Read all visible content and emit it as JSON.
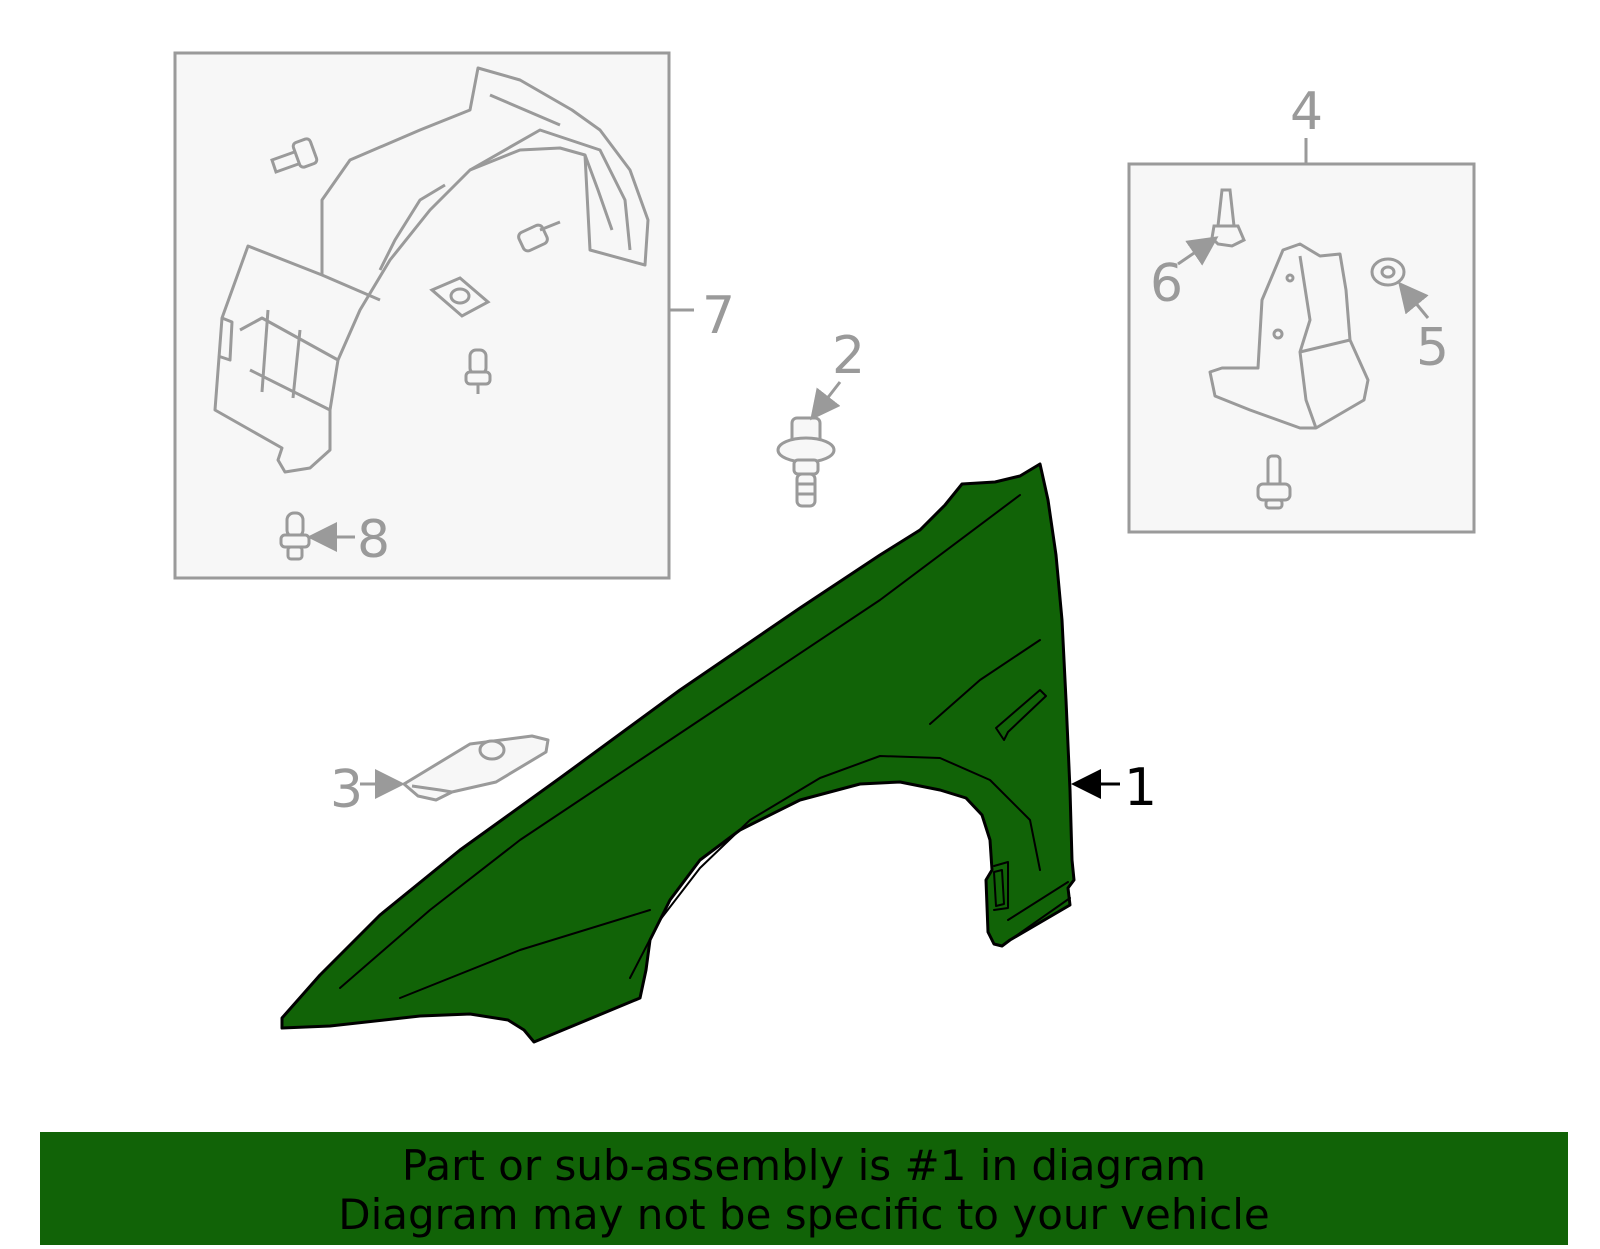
{
  "diagram": {
    "callouts": [
      {
        "number": "1",
        "highlighted": true
      },
      {
        "number": "2",
        "highlighted": false
      },
      {
        "number": "3",
        "highlighted": false
      },
      {
        "number": "4",
        "highlighted": false
      },
      {
        "number": "5",
        "highlighted": false
      },
      {
        "number": "6",
        "highlighted": false
      },
      {
        "number": "7",
        "highlighted": false
      },
      {
        "number": "8",
        "highlighted": false
      }
    ],
    "colors": {
      "highlight_fill": "#116307",
      "part_outline": "#000000",
      "line_gray": "#9a9a9a",
      "box_fill": "#f7f7f7"
    }
  },
  "banner": {
    "line1": "Part or sub-assembly is #1 in diagram",
    "line2": "Diagram may not be specific to your vehicle"
  }
}
